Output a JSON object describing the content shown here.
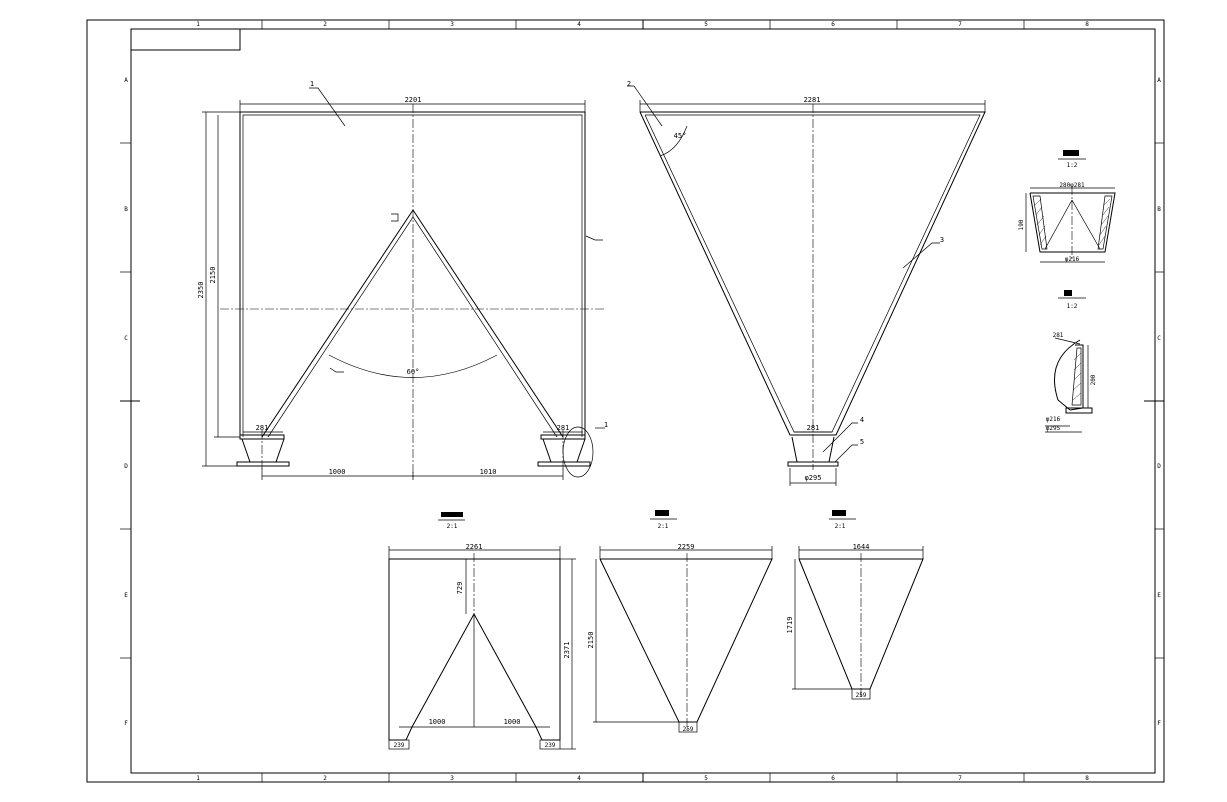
{
  "grid": {
    "columns": [
      "1",
      "2",
      "3",
      "4",
      "5",
      "6",
      "7",
      "8"
    ],
    "rows": [
      "A",
      "B",
      "C",
      "D",
      "E",
      "F"
    ]
  },
  "view_left": {
    "balloon_1": "1",
    "balloon_1b": "1",
    "dim_top": "2201",
    "dim_height_outer": "2350",
    "dim_height_inner": "2150",
    "dim_base_left": "281",
    "dim_base_right": "281",
    "dim_half_left": "1000",
    "dim_half_right": "1010",
    "angle": "60°"
  },
  "view_mid": {
    "balloon_2": "2",
    "balloon_3": "3",
    "balloon_4": "4",
    "balloon_5": "5",
    "dim_top": "2281",
    "dim_bottom": "281",
    "dim_flange": "φ295",
    "angle": "45°"
  },
  "detail_top": {
    "label_fraction": "1:2",
    "dim_top": "280φ281",
    "dim_height": "190",
    "dim_bottom": "φ216"
  },
  "detail_mid": {
    "label_fraction": "1:2",
    "dim_281": "281",
    "dim_height": "200",
    "dim_216": "φ216",
    "dim_295": "φ295"
  },
  "dev_1": {
    "label_fraction": "2:1",
    "dim_top": "2261",
    "dim_apex": "729",
    "dim_height": "2371",
    "dim_half_left": "1000",
    "dim_half_right": "1000",
    "dim_foot_left": "239",
    "dim_foot_right": "239"
  },
  "dev_2": {
    "label_fraction": "2:1",
    "dim_top": "2259",
    "dim_height": "2150",
    "dim_bottom": "259"
  },
  "dev_3": {
    "label_fraction": "2:1",
    "dim_top": "1644",
    "dim_height": "1719",
    "dim_bottom": "259"
  }
}
